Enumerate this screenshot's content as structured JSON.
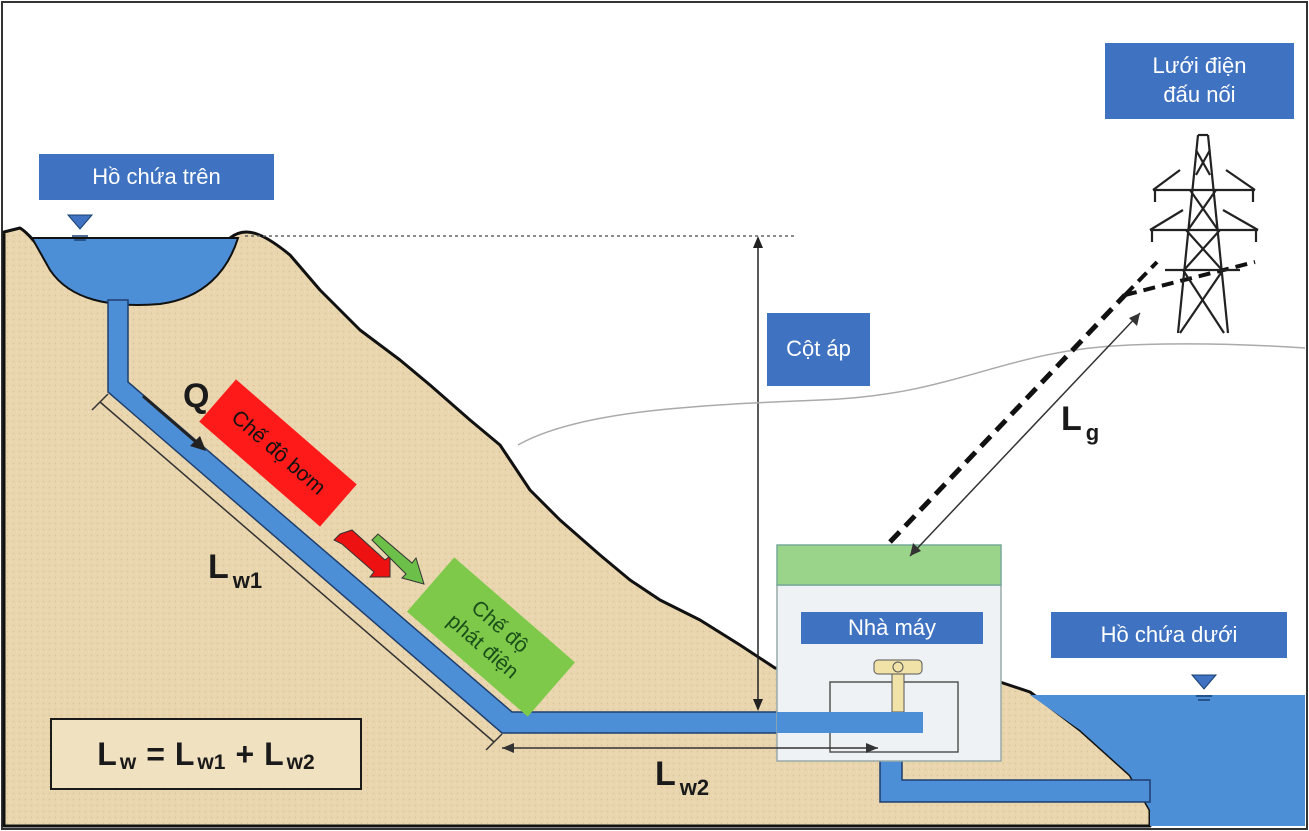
{
  "labels": {
    "upper_reservoir": "Hồ chứa trên",
    "lower_reservoir": "Hồ chứa dưới",
    "grid": "Lưới điện\nđấu nối",
    "head": "Cột áp",
    "plant": "Nhà máy",
    "pump_mode": "Chế độ bơm",
    "generate_mode": "Chế độ\nphát điện",
    "flow": "Q"
  },
  "variables": {
    "lw1_main": "L",
    "lw1_sub": "w1",
    "lw2_main": "L",
    "lw2_sub": "w2",
    "lg_main": "L",
    "lg_sub": "g"
  },
  "formula": {
    "lw_main": "L",
    "lw_sub": "w",
    "eq": "=",
    "t1_main": "L",
    "t1_sub": "w1",
    "plus": "+",
    "t2_main": "L",
    "t2_sub": "w2"
  },
  "colors": {
    "label_bg": "#3f73c2",
    "water": "#4d8fd6",
    "ground": "#e8d5ad",
    "pump_mode": "#ff1a1a",
    "generate_mode": "#7ec94a",
    "roof": "#9ad38a"
  }
}
